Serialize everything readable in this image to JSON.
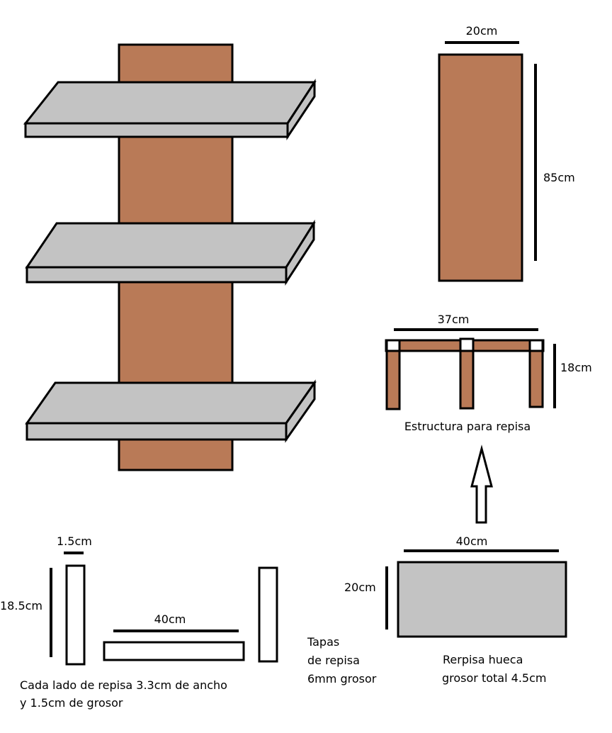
{
  "colors": {
    "wood": "#b97a57",
    "shelf": "#c3c3c3",
    "outline": "#000000",
    "background": "#ffffff"
  },
  "labels": {
    "board_width": "20cm",
    "board_height": "85cm",
    "frame_width": "37cm",
    "frame_height": "18cm",
    "frame_caption": "Estructura para repisa",
    "shelf_width": "40cm",
    "shelf_depth": "20cm",
    "shelf_caption_line1": "Rerpisa hueca",
    "shelf_caption_line2": "grosor total 4.5cm",
    "covers_line1": "Tapas",
    "covers_line2": "de repisa",
    "covers_line3": "6mm grosor",
    "side_thickness": "1.5cm",
    "side_height": "18.5cm",
    "side_length": "40cm",
    "sides_caption_line1": "Cada lado de repisa 3.3cm de ancho",
    "sides_caption_line2": "y 1.5cm de grosor"
  }
}
